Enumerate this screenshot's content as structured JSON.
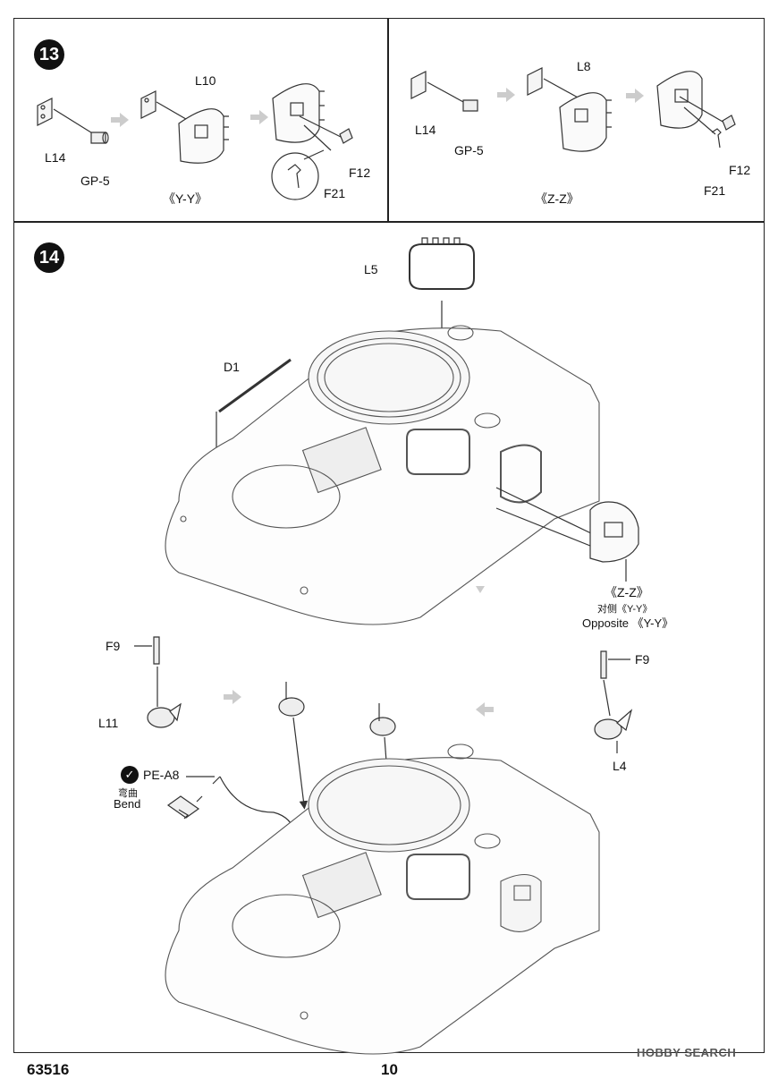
{
  "step13": {
    "number": "13",
    "left": {
      "labels": {
        "l14": "L14",
        "gp5": "GP-5",
        "l10": "L10",
        "f21": "F21",
        "f12": "F12"
      },
      "caption": "《Y-Y》"
    },
    "right": {
      "labels": {
        "l14": "L14",
        "gp5": "GP-5",
        "l8": "L8",
        "f21": "F21",
        "f12": "F12"
      },
      "caption": "《Z-Z》"
    }
  },
  "step14": {
    "number": "14",
    "labels": {
      "l5": "L5",
      "d1": "D1",
      "zz": "《Z-Z》",
      "opposite_cn": "对侧《Y-Y》",
      "opposite_en": "Opposite 《Y-Y》",
      "f9_left": "F9",
      "l11": "L11",
      "f9_right": "F9",
      "l4": "L4",
      "pe_a8": "PE-A8",
      "bend_cn": "弯曲",
      "bend_en": "Bend"
    }
  },
  "footer": {
    "code": "63516",
    "page": "10"
  },
  "watermark": "HOBBY SEARCH"
}
